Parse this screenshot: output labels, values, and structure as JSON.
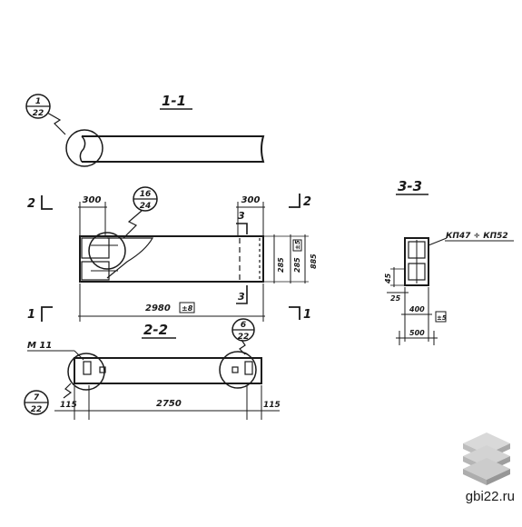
{
  "drawing": {
    "sections": {
      "s11": "1-1",
      "s22": "2-2",
      "s33": "3-3"
    },
    "cut_marks": {
      "left_top": "2",
      "right_top": "2",
      "left_bottom": "1",
      "right_bottom": "1",
      "mid_top": "3",
      "mid_bottom": "3"
    },
    "callouts": {
      "c1": {
        "top": "1",
        "bottom": "22"
      },
      "c16": {
        "top": "16",
        "bottom": "24"
      },
      "c6": {
        "top": "6",
        "bottom": "22"
      },
      "c7": {
        "top": "7",
        "bottom": "22"
      }
    },
    "dims": {
      "left_300": "300",
      "right_300": "300",
      "length_2980": "2980",
      "tol_a": "±8",
      "h_285": "285",
      "h_285b": "285",
      "tol_b": "±5",
      "h_885": "885",
      "len_2750": "2750",
      "end_115_left": "115",
      "end_115_right": "115",
      "d_45": "45",
      "d_25": "25",
      "d_400": "400",
      "d_500": "500",
      "tol_c": "±5"
    },
    "labels": {
      "m11": "M 11",
      "kp_range": "КП47 ÷ КП52"
    }
  },
  "watermark": {
    "site": "gbi22.ru"
  }
}
